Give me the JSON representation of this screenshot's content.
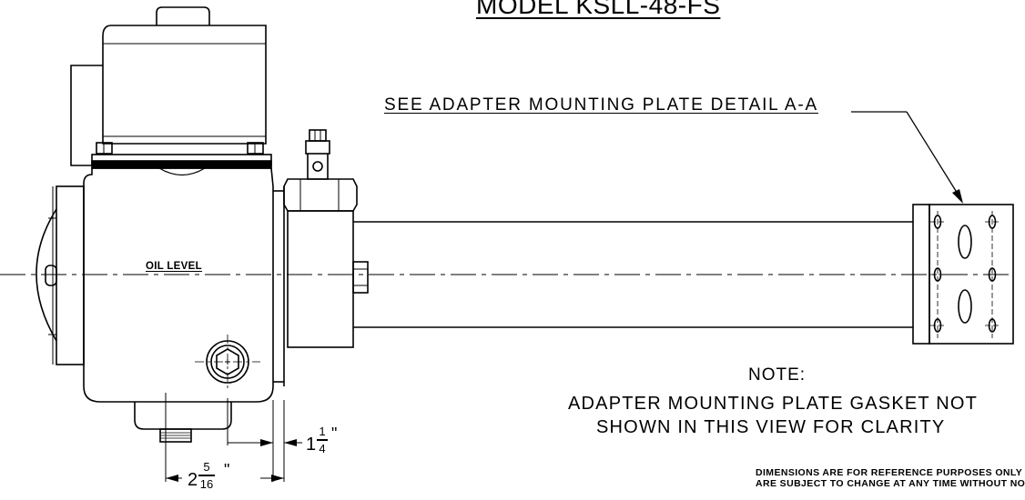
{
  "title": "MODEL KSLL-48-FS",
  "callout": "SEE ADAPTER MOUNTING PLATE DETAIL A-A",
  "labels": {
    "oil_level": "OIL LEVEL"
  },
  "note": {
    "heading": "NOTE:",
    "line1": "ADAPTER MOUNTING PLATE GASKET NOT",
    "line2": "SHOWN IN THIS VIEW FOR CLARITY"
  },
  "dimensions": {
    "dim1": {
      "whole": "1",
      "numerator": "1",
      "denominator": "4",
      "unit": "\""
    },
    "dim2": {
      "whole": "2",
      "numerator": "5",
      "denominator": "16",
      "unit": "\""
    }
  },
  "disclaimer": {
    "line1": "DIMENSIONS ARE FOR REFERENCE PURPOSES ONLY",
    "line2": "ARE SUBJECT TO CHANGE AT ANY TIME WITHOUT NO"
  },
  "colors": {
    "line": "#000000",
    "background": "#ffffff"
  }
}
